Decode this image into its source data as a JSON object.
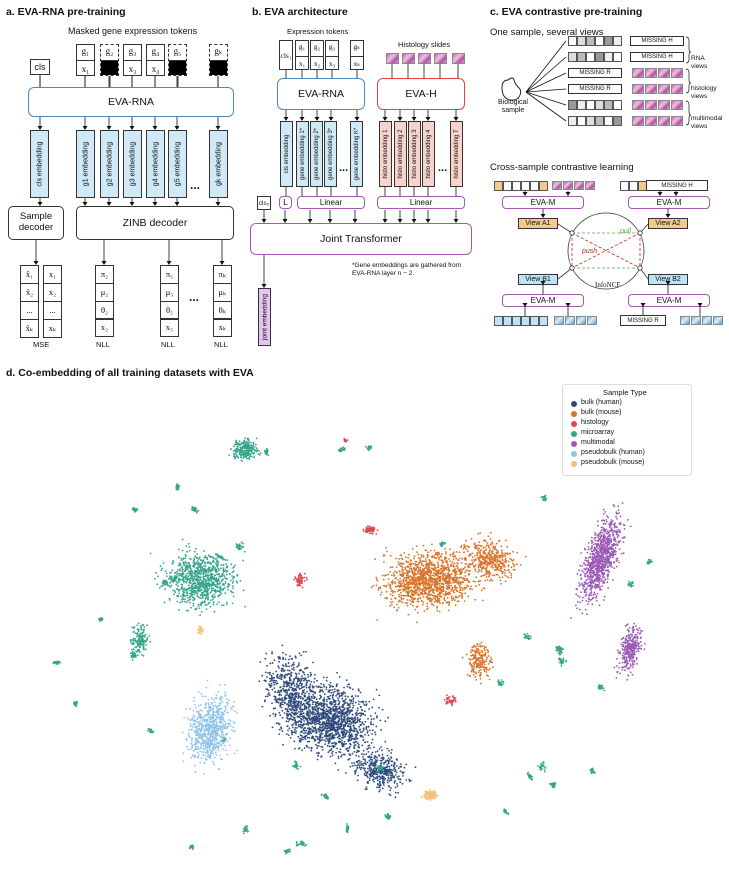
{
  "panel_a": {
    "title": "a. EVA-RNA pre-training",
    "masked_tokens_label": "Masked gene expression tokens",
    "cls": "cls",
    "tokens": [
      {
        "g": "g₁",
        "x": "x₁",
        "masked": false
      },
      {
        "g": "g₂",
        "x": "",
        "masked": true
      },
      {
        "g": "g₃",
        "x": "x₃",
        "masked": false
      },
      {
        "g": "g₄",
        "x": "x₄",
        "masked": false
      },
      {
        "g": "g₅",
        "x": "",
        "masked": true
      },
      {
        "g": "gₖ",
        "x": "",
        "masked": true
      }
    ],
    "encoder": "EVA-RNA",
    "embeddings": [
      "cls embedding",
      "g1 embedding",
      "g2 embedding",
      "g3 embedding",
      "g4 embedding",
      "g5 embedding",
      "gk embedding"
    ],
    "sample_decoder": "Sample decoder",
    "zinb_decoder": "ZINB decoder",
    "ellipsis": "...",
    "mse_left": [
      "x̂₁",
      "x̂₂",
      "...",
      "x̂ₖ"
    ],
    "mse_right": [
      "x₁",
      "x₂",
      "...",
      "xₖ"
    ],
    "nll1": [
      "π₂",
      "μ₂",
      "θ₂"
    ],
    "nll1_x": "x₂",
    "nll2": [
      "π₅",
      "μ₅",
      "θ₅"
    ],
    "nll2_x": "x₅",
    "nll3": [
      "πₖ",
      "μₖ",
      "θₖ"
    ],
    "nll3_x": "xₖ",
    "loss_mse": "MSE",
    "loss_nll": "NLL"
  },
  "panel_b": {
    "title": "b. EVA architecture",
    "expr_label": "Expression tokens",
    "hist_label": "Histology slides",
    "tokens": [
      {
        "g": "cls₁",
        "x": ""
      },
      {
        "g": "g₁",
        "x": "x₁"
      },
      {
        "g": "g₂",
        "x": "x₂"
      },
      {
        "g": "g₃",
        "x": "x₃"
      },
      {
        "g": "gₖ",
        "x": "xₖ"
      }
    ],
    "rna": "EVA-RNA",
    "h": "EVA-H",
    "gene_embs": [
      "cls embedding",
      "gene embedding 1*",
      "gene embedding 2*",
      "gene embedding 3*",
      "gene embedding K*"
    ],
    "hist_embs": [
      "histo embedding 1",
      "histo embedding 2",
      "histo embedding 3",
      "histo embedding 4",
      "histo embedding T"
    ],
    "linear": "Linear",
    "l": "L",
    "cls2": "cls₂",
    "joint": "Joint Transformer",
    "joint_emb": "joint embedding",
    "note": "*Gene embeddings are gathered from EVA-RNA layer n − 2.",
    "ellipsis": "..."
  },
  "panel_c": {
    "title": "c. EVA contrastive pre-training",
    "subtitle1": "One sample, several views",
    "bio": "Biological sample",
    "views": [
      "MISSING H",
      "MISSING H",
      "MISSING R",
      "MISSING R"
    ],
    "view_groups": [
      "RNA views",
      "histology views",
      "multimodal views"
    ],
    "subtitle2": "Cross-sample contrastive learning",
    "eva_m": "EVA-M",
    "va1": "View A1",
    "va2": "View A2",
    "vb1": "View B1",
    "vb2": "View B2",
    "missing_h": "MISSING H",
    "missing_r": "MISSING R",
    "pull": "pull",
    "push": "push",
    "infonce": "InfoNCE"
  },
  "panel_d": {
    "title": "d. Co-embedding of all training datasets with EVA",
    "legend_title": "Sample Type",
    "legend": [
      {
        "label": "bulk (human)",
        "color": "#2f4b7c"
      },
      {
        "label": "bulk (mouse)",
        "color": "#d9742a"
      },
      {
        "label": "histology",
        "color": "#e0474c"
      },
      {
        "label": "microarray",
        "color": "#36a58c"
      },
      {
        "label": "multimodal",
        "color": "#9b59b6"
      },
      {
        "label": "pseudobulk (human)",
        "color": "#8fc3ea"
      },
      {
        "label": "pseudobulk (mouse)",
        "color": "#f2c078"
      }
    ]
  }
}
